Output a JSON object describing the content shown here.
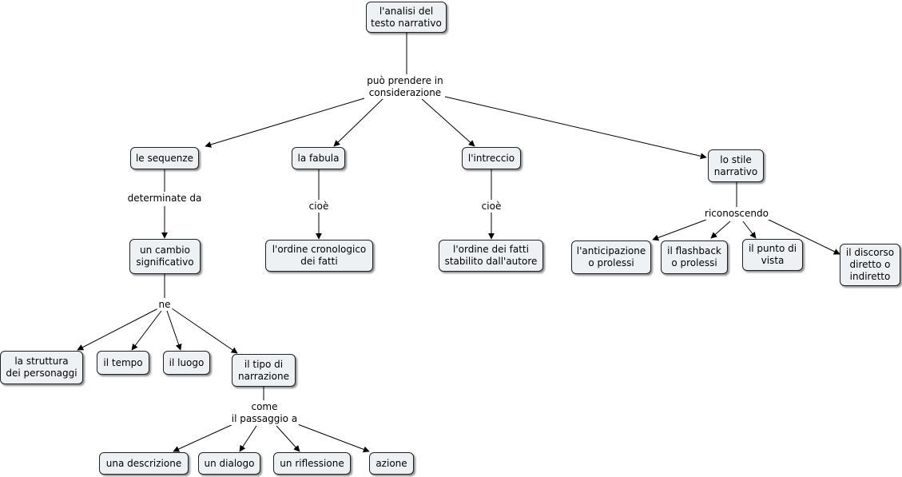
{
  "diagram": {
    "root": "l'analisi del\ntesto narrativo",
    "root_link": "può prendere in\nconsiderazione",
    "sequenze": "le sequenze",
    "sequenze_link": "determinate da",
    "cambio": "un cambio\nsignificativo",
    "cambio_link": "ne",
    "struttura": "la struttura\ndei personaggi",
    "tempo": "il tempo",
    "luogo": "il luogo",
    "tipo": "il tipo di\nnarrazione",
    "tipo_link": "come\nil passaggio a",
    "descrizione": "una descrizione",
    "dialogo": "un dialogo",
    "riflessione": "un riflessione",
    "azione": "azione",
    "fabula": "la fabula",
    "fabula_link": "cioè",
    "ordine_crono": "l'ordine cronologico\ndei fatti",
    "intreccio": "l'intreccio",
    "intreccio_link": "cioè",
    "ordine_autore": "l'ordine dei fatti\nstabilito dall'autore",
    "stile": "lo stile\nnarrativo",
    "stile_link": "riconoscendo",
    "anticipazione": "l'anticipazione\no prolessi",
    "flashback": "il flashback\no prolessi",
    "punto": "il punto di\nvista",
    "discorso": "il discorso\ndiretto o\nindiretto"
  }
}
